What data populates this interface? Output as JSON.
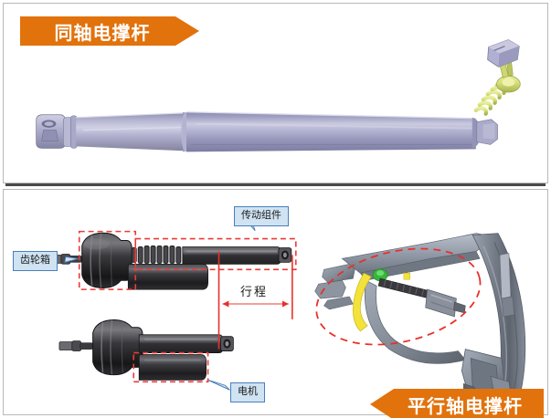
{
  "slide": {
    "top_panel": {
      "banner": {
        "label": "同轴电撑杆",
        "arrow": "right",
        "color": "#e2720c",
        "text_color": "#ffffff"
      },
      "illustration": {
        "name": "coaxial-electric-strut-render",
        "description": "3D render of a coaxial electric gas strut: long cylindrical lavender body with clevis eyelet on the left end and a yellow-green coil spring with purple connector bracket on the right end",
        "body_color": "#9b9bbd",
        "body_highlight": "#c3c3dc",
        "spring_color": "#d4dd7b",
        "connector_color": "#b2b2d6"
      }
    },
    "bottom_left_panel": {
      "illustration": {
        "name": "strut-cutaway-diagram",
        "description": "Two views of a dark gray/black electric strut, extended above and retracted below, with red dashed highlight boxes",
        "body_color": "#2b2b2d"
      },
      "callouts": [
        {
          "id": "transmission",
          "label": "传动组件",
          "points": "down-left"
        },
        {
          "id": "gearbox",
          "label": "齿轮箱",
          "points": "right"
        },
        {
          "id": "motor",
          "label": "电机",
          "points": "up-left"
        }
      ],
      "dimension": {
        "label": "行程",
        "color": "#e8302a",
        "style": "double-arrow"
      },
      "highlight_color": "#ec3a36"
    },
    "bottom_right_panel": {
      "banner": {
        "label": "平行轴电撑杆",
        "arrow": "left",
        "color": "#e2720c",
        "text_color": "#ffffff"
      },
      "illustration": {
        "name": "parallel-axis-strut-assembly-render",
        "description": "3D render of a vehicle tailgate hinge bracket in gray with a parallel-axis spindle drive (black threaded rod) highlighted by a red dashed ellipse, with yellow and green accent components",
        "bracket_color": "#8d95a3",
        "rod_color": "#3a3a3e",
        "accent_yellow": "#f3e23a",
        "accent_green": "#35b83a",
        "highlight_color": "#e8302a"
      }
    }
  }
}
